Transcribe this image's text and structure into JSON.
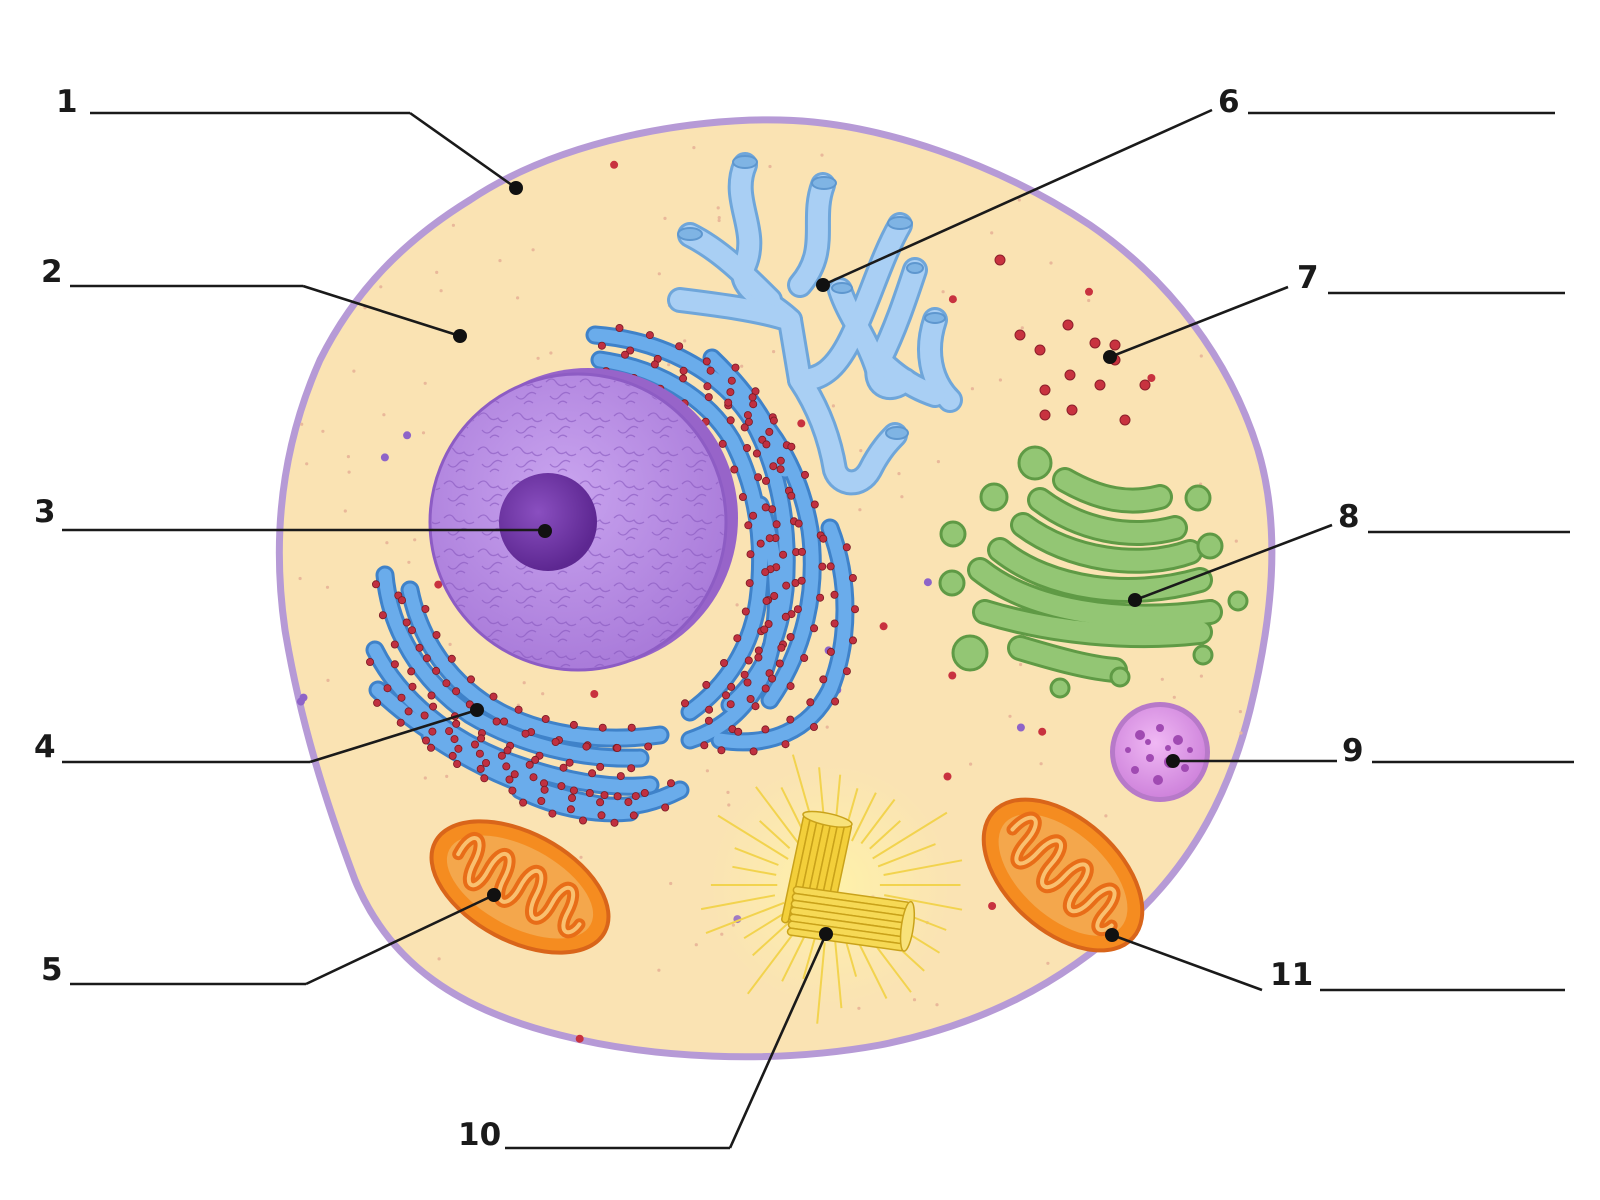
{
  "labels": [
    {
      "number": "1",
      "target": "cell-membrane"
    },
    {
      "number": "2",
      "target": "cytoplasm"
    },
    {
      "number": "3",
      "target": "nucleolus"
    },
    {
      "number": "4",
      "target": "rough-er"
    },
    {
      "number": "5",
      "target": "mitochondrion-left"
    },
    {
      "number": "6",
      "target": "smooth-er"
    },
    {
      "number": "7",
      "target": "ribosomes"
    },
    {
      "number": "8",
      "target": "golgi"
    },
    {
      "number": "9",
      "target": "lysosome"
    },
    {
      "number": "10",
      "target": "centrioles"
    },
    {
      "number": "11",
      "target": "mitochondrion-right"
    }
  ],
  "colors": {
    "cytoplasm": "#fae3b3",
    "membrane": "#b69ad6",
    "nucleus": "#b68ae0",
    "nucleolus": "#6a2f9e",
    "rough_er": "#5fa3e4",
    "ribosome": "#c03040",
    "smooth_er": "#a9cff4",
    "golgi": "#8fc270",
    "mitochondrion": "#f08a24",
    "lysosome": "#dc9ae6",
    "centriole": "#f4d24a"
  }
}
